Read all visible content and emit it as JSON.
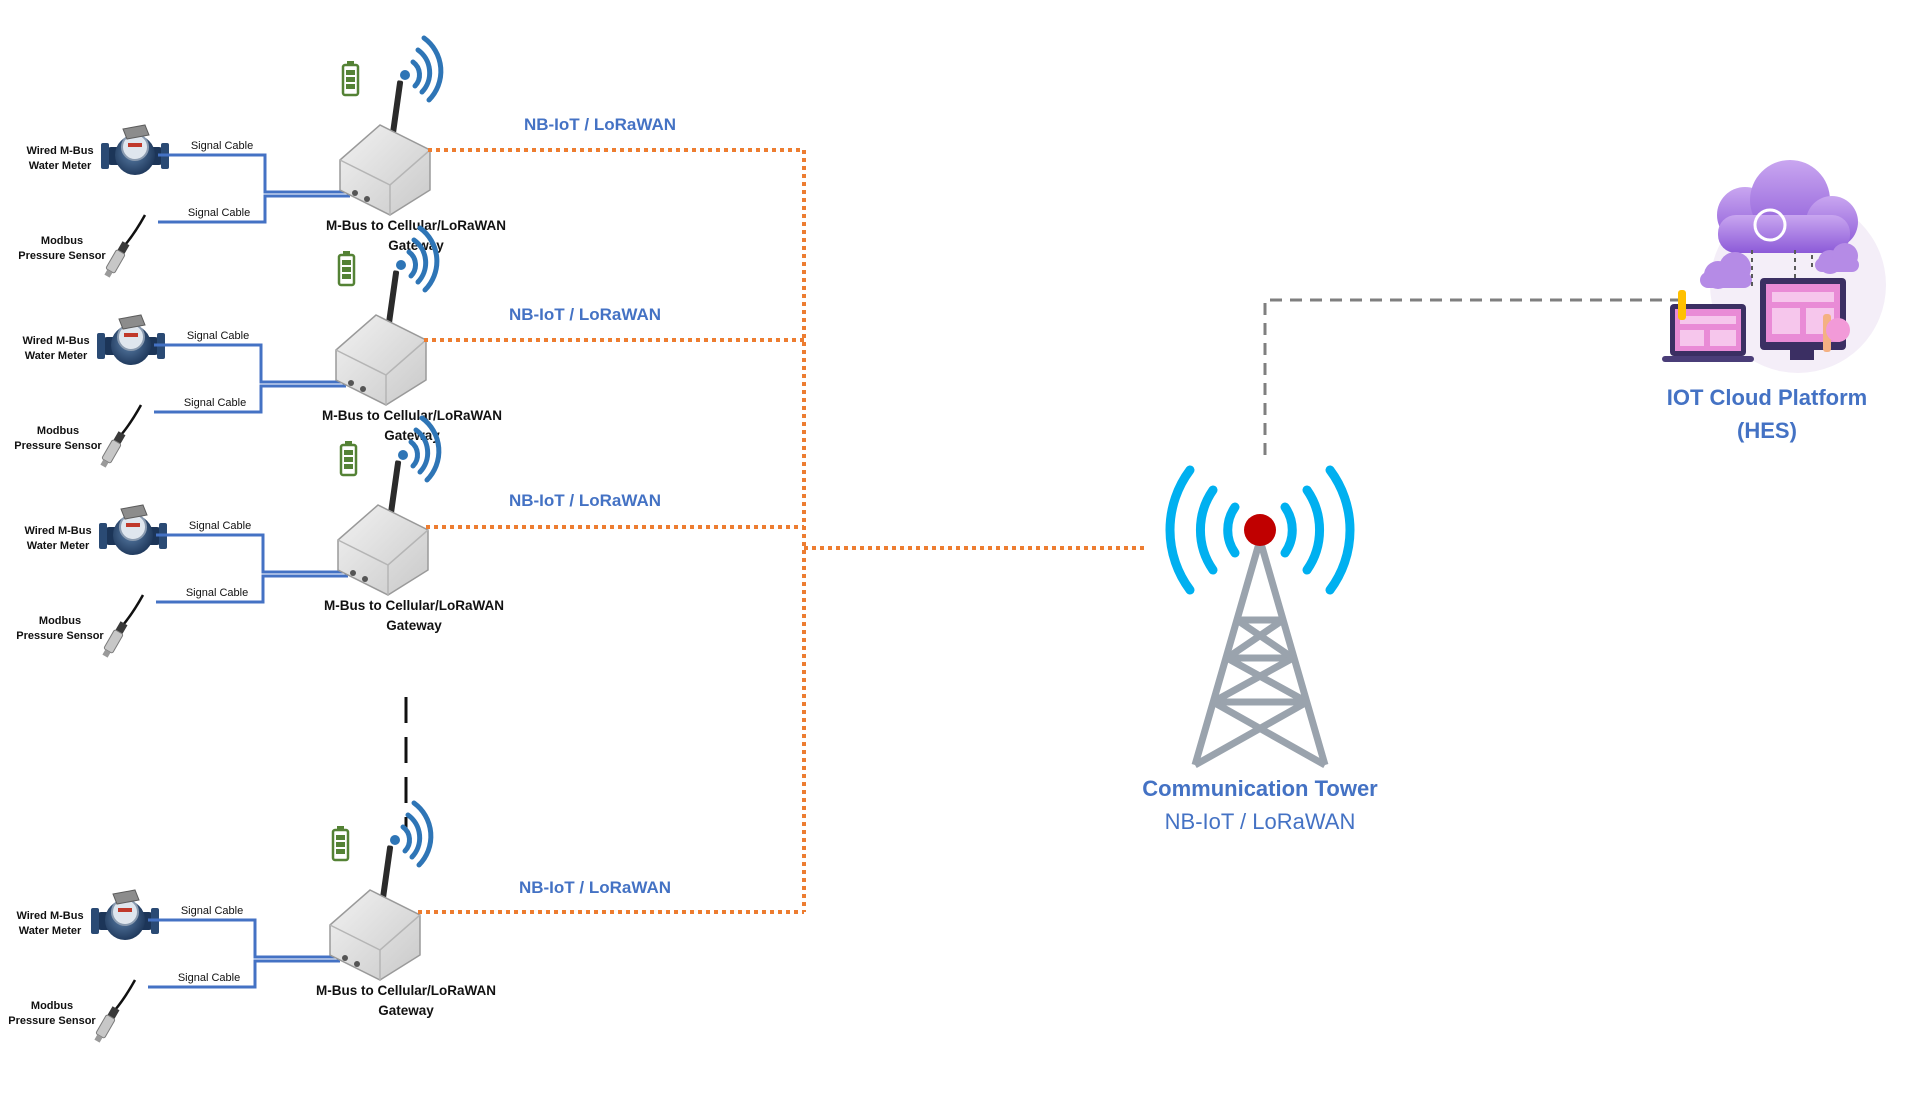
{
  "gateway_rows": [
    {
      "water_meter_label": [
        "Wired M-Bus",
        "Water Meter"
      ],
      "pressure_sensor_label": [
        "Modbus",
        "Pressure Sensor"
      ],
      "cable_label_top": "Signal Cable",
      "cable_label_bottom": "Signal Cable",
      "gateway_label": [
        "M-Bus to Cellular/LoRaWAN",
        "Gateway"
      ],
      "link_label": "NB-IoT / LoRaWAN"
    },
    {
      "water_meter_label": [
        "Wired M-Bus",
        "Water Meter"
      ],
      "pressure_sensor_label": [
        "Modbus",
        "Pressure Sensor"
      ],
      "cable_label_top": "Signal Cable",
      "cable_label_bottom": "Signal Cable",
      "gateway_label": [
        "M-Bus to Cellular/LoRaWAN",
        "Gateway"
      ],
      "link_label": "NB-IoT / LoRaWAN"
    },
    {
      "water_meter_label": [
        "Wired M-Bus",
        "Water Meter"
      ],
      "pressure_sensor_label": [
        "Modbus",
        "Pressure Sensor"
      ],
      "cable_label_top": "Signal Cable",
      "cable_label_bottom": "Signal Cable",
      "gateway_label": [
        "M-Bus to Cellular/LoRaWAN",
        "Gateway"
      ],
      "link_label": "NB-IoT / LoRaWAN"
    },
    {
      "water_meter_label": [
        "Wired M-Bus",
        "Water Meter"
      ],
      "pressure_sensor_label": [
        "Modbus",
        "Pressure Sensor"
      ],
      "cable_label_top": "Signal Cable",
      "cable_label_bottom": "Signal Cable",
      "gateway_label": [
        "M-Bus to Cellular/LoRaWAN",
        "Gateway"
      ],
      "link_label": "NB-IoT / LoRaWAN"
    }
  ],
  "tower": {
    "title": "Communication Tower",
    "subtitle": "NB-IoT / LoRaWAN"
  },
  "cloud": {
    "title": "IOT Cloud Platform",
    "subtitle": "(HES)"
  },
  "colors": {
    "link_text": "#4472C4",
    "cable": "#4472C4",
    "wireless_link": "#ED7D31",
    "backhaul_link": "#7F7F7F",
    "tower_waves": "#00B0F0",
    "tower_beacon": "#C00000",
    "battery": "#548235"
  }
}
